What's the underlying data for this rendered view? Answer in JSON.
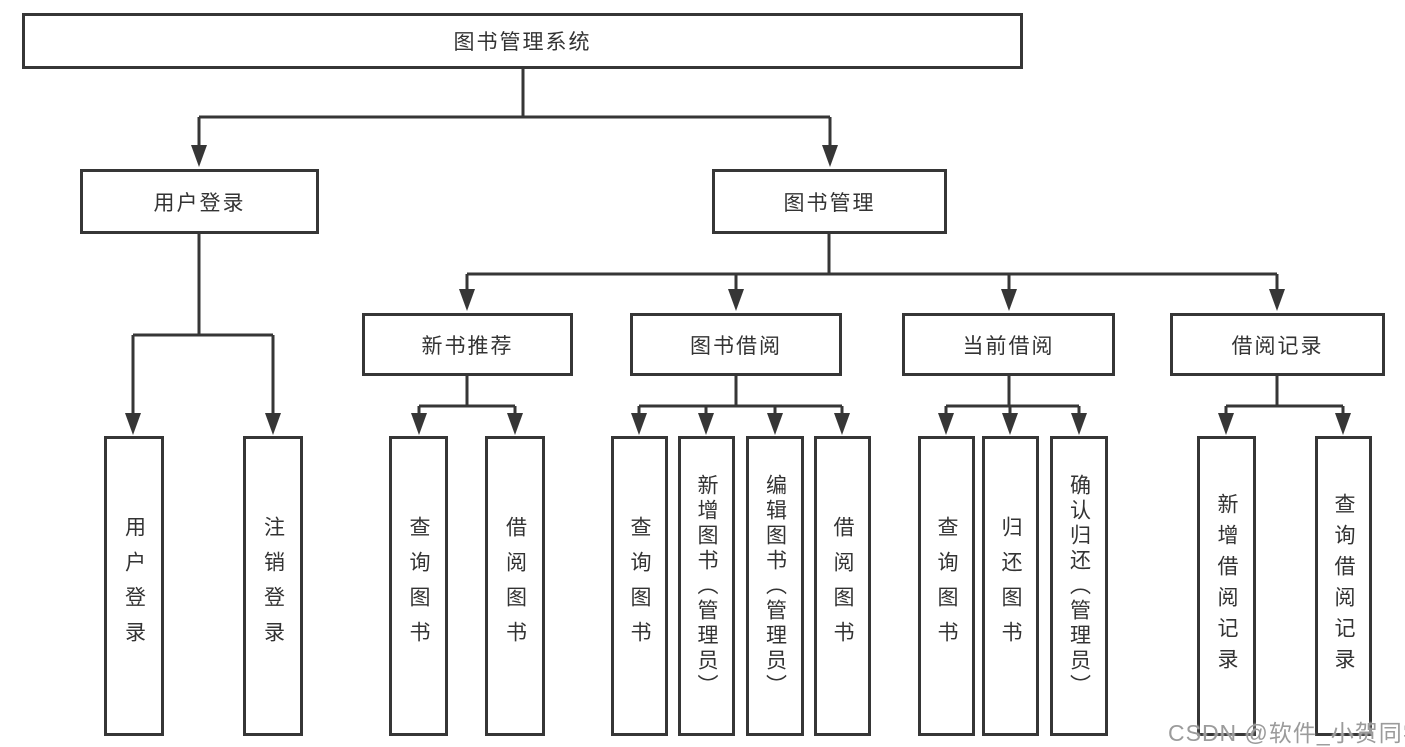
{
  "diagram": {
    "type": "hierarchy-tree",
    "line_color": "#363636",
    "text_color": "#333333",
    "background_color": "#ffffff",
    "tree": {
      "label": "图书管理系统",
      "children": [
        {
          "label": "用户登录",
          "children": [
            {
              "label": "用户登录"
            },
            {
              "label": "注销登录"
            }
          ]
        },
        {
          "label": "图书管理",
          "children": [
            {
              "label": "新书推荐",
              "children": [
                {
                  "label": "查询图书"
                },
                {
                  "label": "借阅图书"
                }
              ]
            },
            {
              "label": "图书借阅",
              "children": [
                {
                  "label": "查询图书"
                },
                {
                  "label": "新增图书（管理员）"
                },
                {
                  "label": "编辑图书（管理员）"
                },
                {
                  "label": "借阅图书"
                }
              ]
            },
            {
              "label": "当前借阅",
              "children": [
                {
                  "label": "查询图书"
                },
                {
                  "label": "归还图书"
                },
                {
                  "label": "确认归还（管理员）"
                }
              ]
            },
            {
              "label": "借阅记录",
              "children": [
                {
                  "label": "新增借阅记录"
                },
                {
                  "label": "查询借阅记录"
                }
              ]
            }
          ]
        }
      ]
    }
  },
  "watermark": {
    "text": "CSDN @软件_小贺同学",
    "color": "#9b9b9b"
  }
}
